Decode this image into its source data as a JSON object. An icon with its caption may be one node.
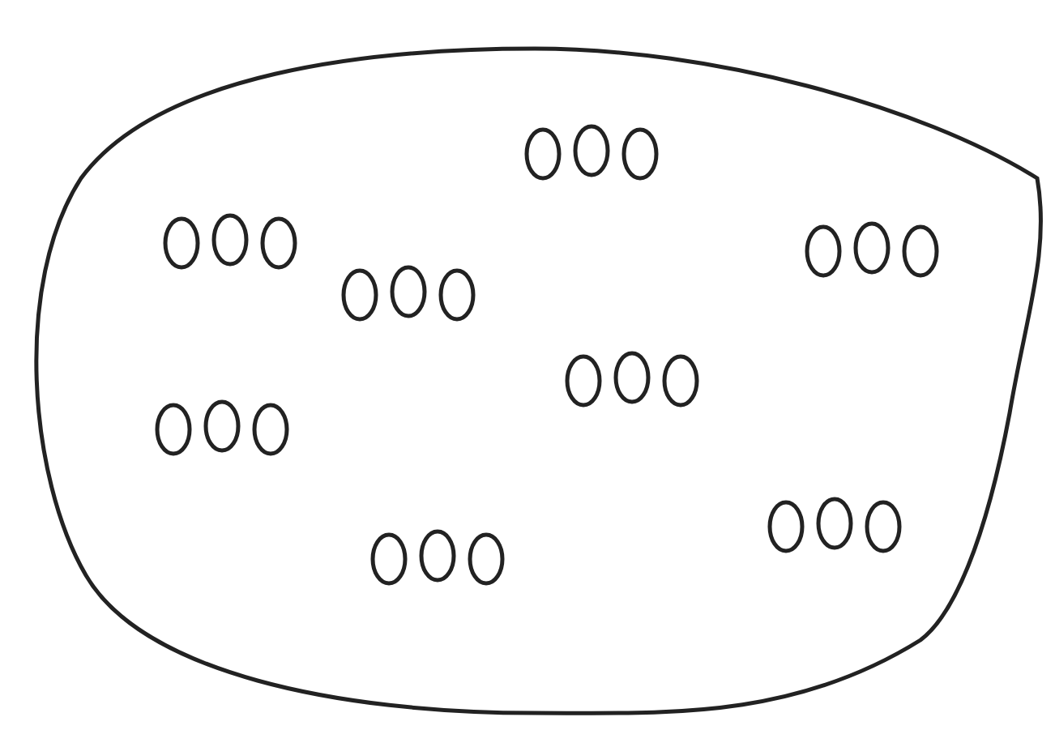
{
  "diagram": {
    "nodes": [
      {
        "text": [],
        "shape": "blob"
      },
      {
        "text": [],
        "shape": "oval",
        "in": 0
      },
      {
        "text": [],
        "shape": "oval",
        "in": 0
      },
      {
        "text": [],
        "shape": "oval",
        "in": 0
      },
      {
        "text": [],
        "shape": "oval",
        "in": 0
      },
      {
        "text": [],
        "shape": "oval",
        "in": 0
      },
      {
        "text": [],
        "shape": "oval",
        "in": 0
      },
      {
        "text": [],
        "shape": "oval",
        "in": 0
      },
      {
        "text": [],
        "shape": "oval",
        "in": 0
      },
      {
        "text": [],
        "shape": "oval",
        "in": 0
      },
      {
        "text": [],
        "shape": "oval",
        "in": 0
      },
      {
        "text": [],
        "shape": "oval",
        "in": 0
      },
      {
        "text": [],
        "shape": "oval",
        "in": 0
      },
      {
        "text": [],
        "shape": "oval",
        "in": 0
      },
      {
        "text": [],
        "shape": "oval",
        "in": 0
      },
      {
        "text": [],
        "shape": "oval",
        "in": 0
      },
      {
        "text": [],
        "shape": "oval",
        "in": 0
      },
      {
        "text": [],
        "shape": "oval",
        "in": 0
      },
      {
        "text": [],
        "shape": "oval",
        "in": 0
      },
      {
        "text": [],
        "shape": "oval",
        "in": 0
      },
      {
        "text": [],
        "shape": "oval",
        "in": 0
      },
      {
        "text": [],
        "shape": "oval",
        "in": 0
      },
      {
        "text": [],
        "shape": "oval",
        "in": 0
      },
      {
        "text": [],
        "shape": "oval",
        "in": 0
      },
      {
        "text": [],
        "shape": "oval",
        "in": 0
      }
    ]
  }
}
